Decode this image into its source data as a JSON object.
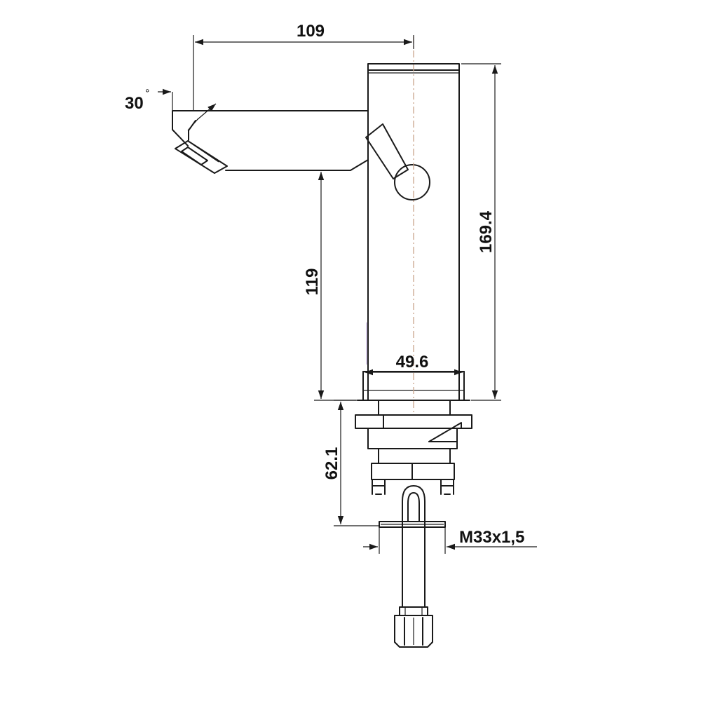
{
  "dimensions": {
    "spout_reach": "109",
    "total_height": "169.4",
    "outlet_height": "119",
    "body_diameter": "49.6",
    "below_deck": "62.1",
    "thread": "M33x1,5"
  },
  "angle": {
    "value": "30",
    "unit_symbol": "°"
  }
}
